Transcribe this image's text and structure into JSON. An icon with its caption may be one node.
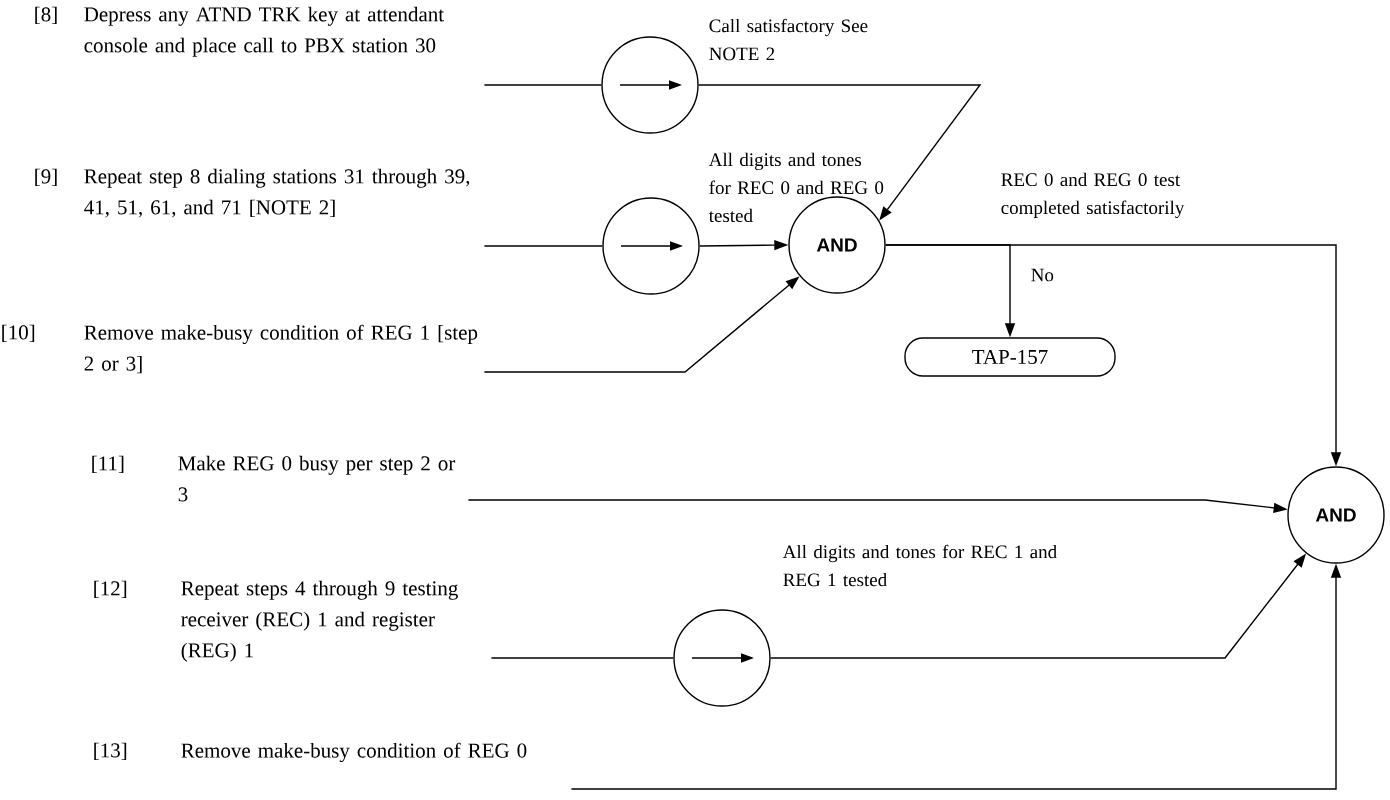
{
  "diagram": {
    "nodes": [
      {
        "text": [
          "Depress any ATND TRK key at attendant console and place call to PBX station 30"
        ],
        "beside": [
          "[8]"
        ]
      },
      {
        "text": [],
        "shape": "circle"
      },
      {
        "text": [
          "Repeat step 8 dialing stations 31 through 39, 41, 51, 61, and 71 [NOTE 2]"
        ],
        "beside": [
          "[9]"
        ]
      },
      {
        "text": [],
        "shape": "circle"
      },
      {
        "text": [
          "Remove make-busy condition of REG 1 [step 2 or 3]"
        ],
        "beside": [
          "[10]"
        ]
      },
      {
        "text": [
          "AND"
        ]
      },
      {
        "text": [
          "TAP-157"
        ]
      },
      {
        "text": [
          "Make REG 0 busy per step 2 or 3"
        ],
        "beside": [
          "[11]"
        ]
      },
      {
        "text": [
          "Repeat steps 4 through 9 testing receiver (REC) 1 and register (REG) 1"
        ],
        "beside": [
          "[12]"
        ]
      },
      {
        "text": [],
        "shape": "circle"
      },
      {
        "text": [
          "Remove make-busy condition of REG 0"
        ],
        "beside": [
          "[13]"
        ]
      },
      {
        "text": [
          "AND"
        ]
      }
    ],
    "edges": [
      {
        "from": 0,
        "to": 1,
        "arrow": "none"
      },
      {
        "from": 1,
        "to": 5,
        "arrow": "to",
        "label": "Call satisfactory See NOTE 2"
      },
      {
        "from": 2,
        "to": 3,
        "arrow": "none"
      },
      {
        "from": 3,
        "to": 5,
        "arrow": "to",
        "label": "All digits and tones for REC 0 and REG 0 tested"
      },
      {
        "from": 4,
        "to": 5,
        "arrow": "to"
      },
      {
        "from": 5,
        "to": 6,
        "arrow": "to",
        "label": "No"
      },
      {
        "from": 5,
        "to": 11,
        "arrow": "to",
        "label": "REC 0 and REG 0 test completed satisfactorily"
      },
      {
        "from": 7,
        "to": 11,
        "arrow": "to"
      },
      {
        "from": 8,
        "to": 9,
        "arrow": "none"
      },
      {
        "from": 9,
        "to": 11,
        "arrow": "to",
        "label": "All digits and tones for REC 1 and REG 1 tested"
      },
      {
        "from": 10,
        "to": 11,
        "arrow": "to"
      }
    ]
  }
}
